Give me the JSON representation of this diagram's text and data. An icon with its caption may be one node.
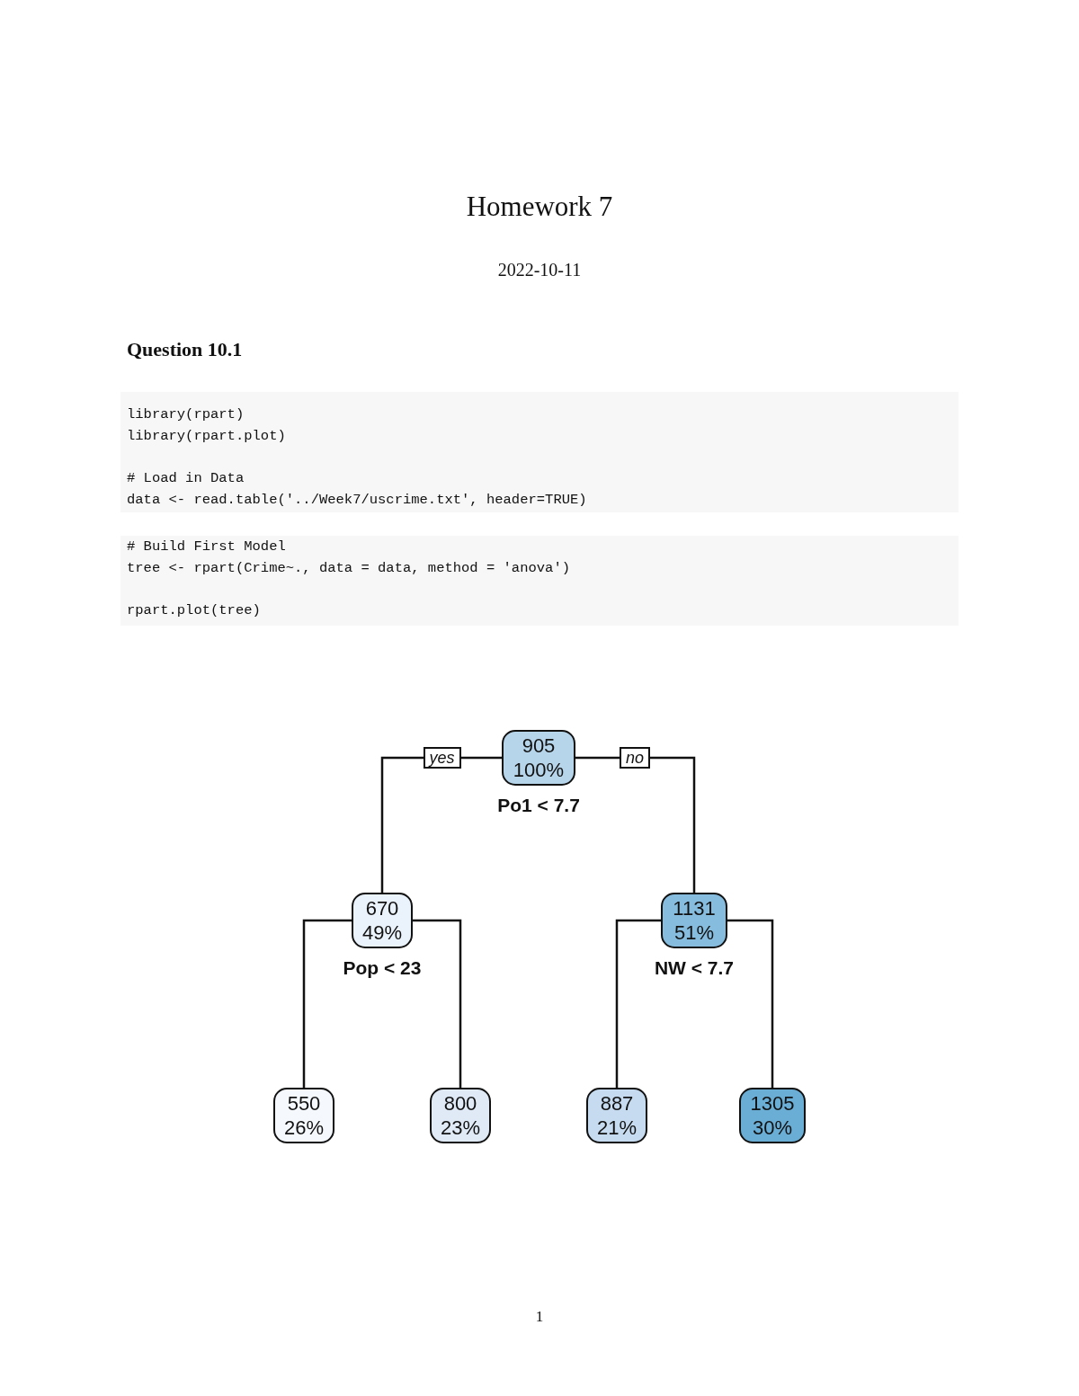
{
  "diagram": {
    "title": "Homework 7",
    "nodes": [
      {
        "text": [
          "905",
          "100%"
        ],
        "beside": [
          "Po1 < 7.7"
        ]
      },
      {
        "text": [
          "670",
          "49%"
        ],
        "beside": [
          "Pop < 23"
        ]
      },
      {
        "text": [
          "1131",
          "51%"
        ],
        "beside": [
          "NW < 7.7"
        ]
      },
      {
        "text": [
          "550",
          "26%"
        ]
      },
      {
        "text": [
          "800",
          "23%"
        ]
      },
      {
        "text": [
          "887",
          "21%"
        ]
      },
      {
        "text": [
          "1305",
          "30%"
        ]
      }
    ],
    "edges": [
      {
        "from": 0,
        "to": 1,
        "arrow": "none",
        "label": "yes"
      },
      {
        "from": 0,
        "to": 2,
        "arrow": "none",
        "label": "no"
      },
      {
        "from": 1,
        "to": 3,
        "arrow": "none"
      },
      {
        "from": 1,
        "to": 4,
        "arrow": "none"
      },
      {
        "from": 2,
        "to": 5,
        "arrow": "none"
      },
      {
        "from": 2,
        "to": 6,
        "arrow": "none"
      }
    ],
    "labels": [
      "2022-10-11",
      "Question 10.1",
      "library(rpart)",
      "library(rpart.plot)",
      "# Load in Data",
      "data <- read.table('../Week7/uscrime.txt', header=TRUE)",
      "# Build First Model",
      "tree <- rpart(Crime~., data = data, method = 'anova')",
      "rpart.plot(tree)",
      "1"
    ]
  }
}
